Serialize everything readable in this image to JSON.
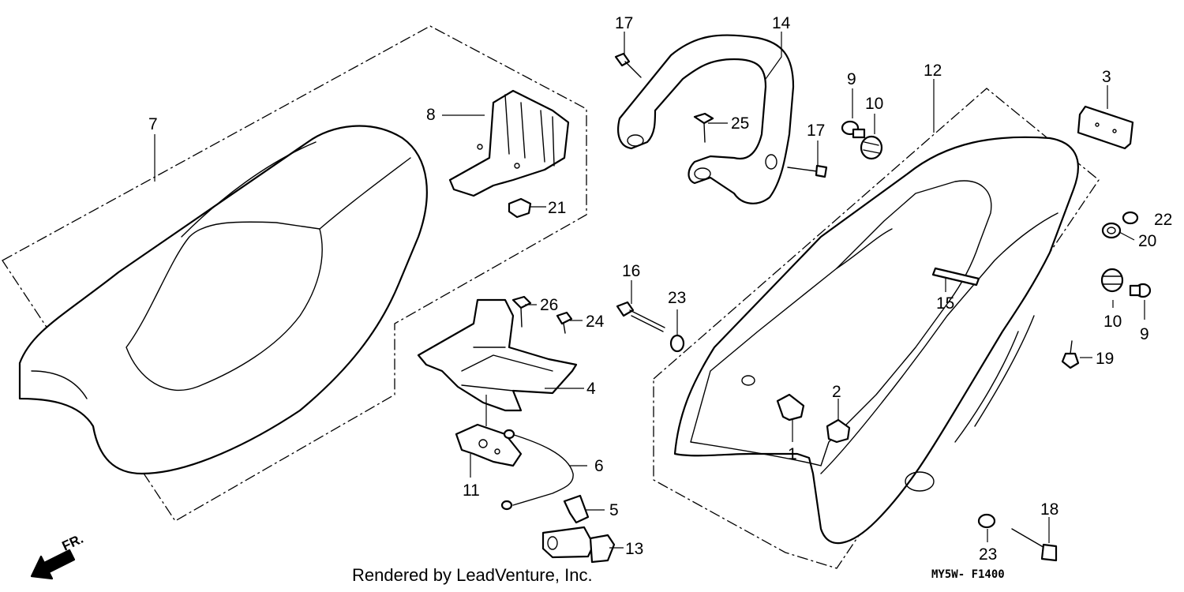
{
  "diagram": {
    "callouts": {
      "c1": "1",
      "c2": "2",
      "c3": "3",
      "c4": "4",
      "c5": "5",
      "c6": "6",
      "c7": "7",
      "c8": "8",
      "c9a": "9",
      "c9b": "9",
      "c10a": "10",
      "c10b": "10",
      "c11": "11",
      "c12": "12",
      "c13": "13",
      "c14": "14",
      "c15": "15",
      "c16": "16",
      "c17a": "17",
      "c17b": "17",
      "c18": "18",
      "c19": "19",
      "c20": "20",
      "c21": "21",
      "c22": "22",
      "c23a": "23",
      "c23b": "23",
      "c24": "24",
      "c25": "25",
      "c26": "26"
    },
    "front_label": "FR.",
    "diagram_code": "MY5W- F1400"
  },
  "footer": {
    "rendered_by": "Rendered by LeadVenture, Inc."
  }
}
